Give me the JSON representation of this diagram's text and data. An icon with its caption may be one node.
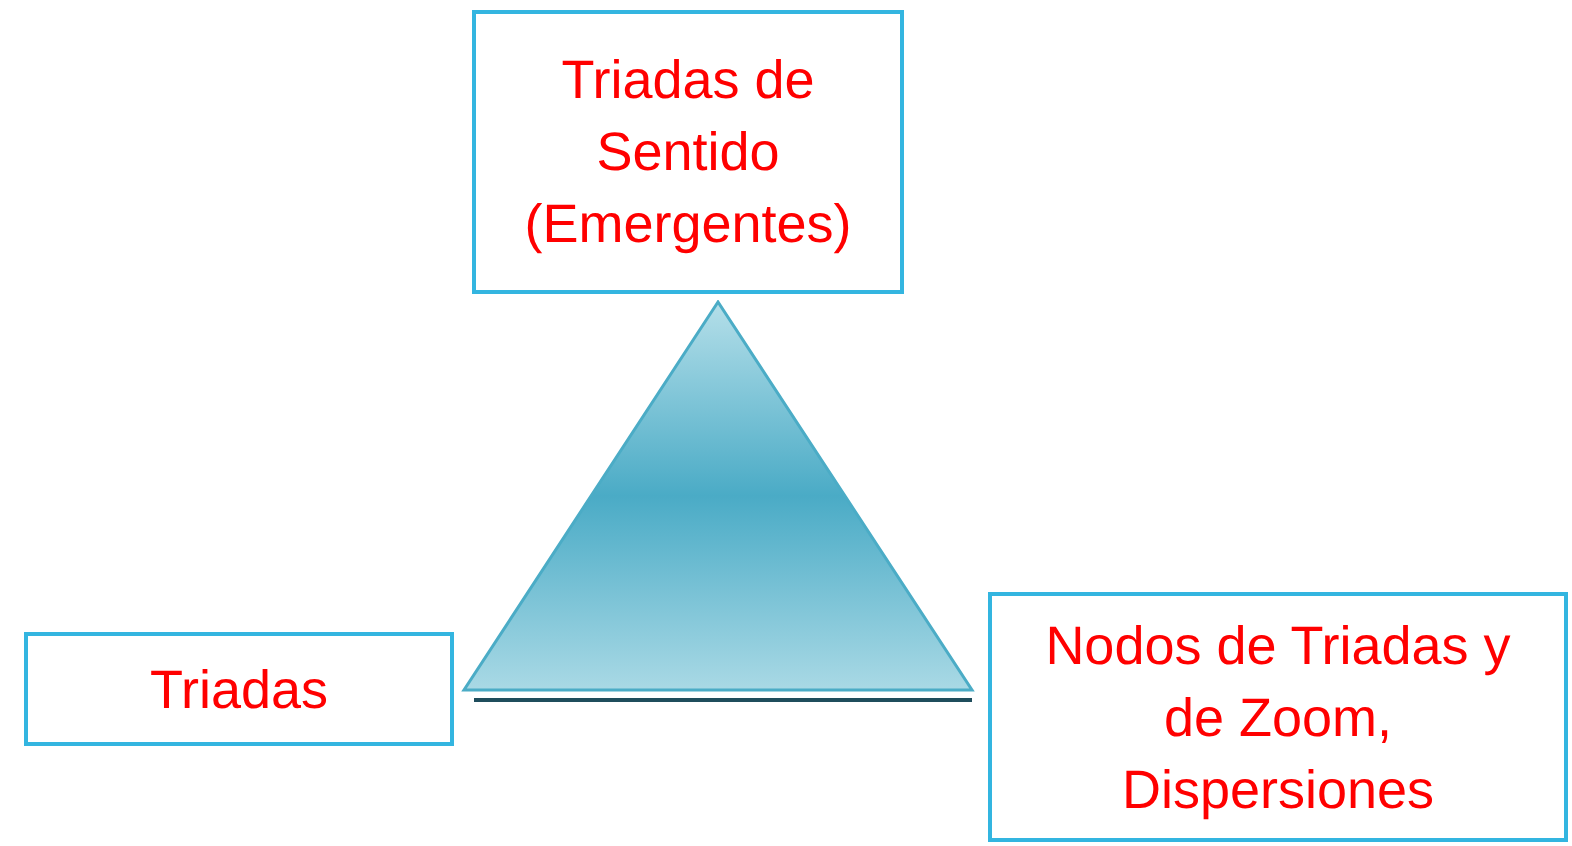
{
  "diagram": {
    "nodes": [
      {
        "text": [
          "Triadas de Sentido (Emergentes)"
        ]
      },
      {
        "text": [],
        "shape": "triangle"
      },
      {
        "text": [
          "Triadas"
        ]
      },
      {
        "text": [
          "Nodos de Triadas y de Zoom, Dispersiones"
        ]
      }
    ]
  }
}
